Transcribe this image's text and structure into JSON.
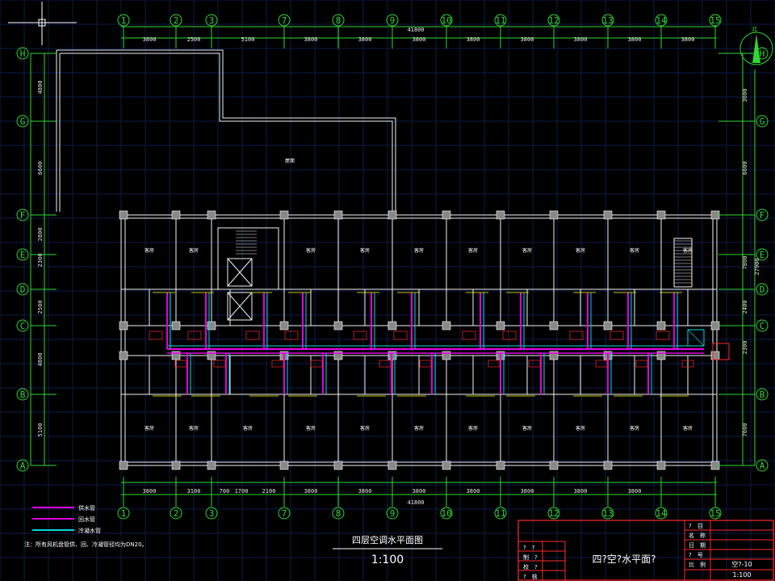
{
  "drawing": {
    "title": "四层空调水平面图",
    "scale": "1:100",
    "overall_dim_top": "41800",
    "overall_dim_bottom": "41800",
    "roof_label": "屋面",
    "room_label": "客房",
    "north_label": "北",
    "note": "注：所有风机盘管供、回、冷凝管径均为DN20。"
  },
  "axes": {
    "top": [
      "1",
      "2",
      "3",
      "7",
      "8",
      "9",
      "10",
      "11",
      "12",
      "13",
      "14",
      "15"
    ],
    "bottom": [
      "1",
      "2",
      "3",
      "7",
      "8",
      "9",
      "10",
      "11",
      "12",
      "13",
      "14",
      "15"
    ],
    "left": [
      "H",
      "G",
      "F",
      "E",
      "D",
      "C",
      "B",
      "A"
    ],
    "right": [
      "H",
      "G",
      "F",
      "E",
      "D",
      "C",
      "B",
      "A"
    ]
  },
  "dims": {
    "top": [
      "3800",
      "2500",
      "5100",
      "3800",
      "3800",
      "3800",
      "3800",
      "3800",
      "3800",
      "3800",
      "3800"
    ],
    "bottom": [
      "3800",
      "3100",
      "700",
      "1700",
      "2100",
      "3800",
      "3800",
      "3800",
      "3800",
      "3800",
      "3800",
      "3800"
    ],
    "left": [
      "4800",
      "6600",
      "2800",
      "2300",
      "2500",
      "4800",
      "5100"
    ],
    "right": [
      "3600",
      "6600",
      "7800",
      "2400",
      "2300",
      "7600"
    ],
    "right_total": "27900"
  },
  "legend": [
    {
      "label": "供水管",
      "color": "#e000e0"
    },
    {
      "label": "回水管",
      "color": "#e000e0"
    },
    {
      "label": "冷凝水管",
      "color": "#00d8d8"
    }
  ],
  "title_block": {
    "main_title": "四?空?水平面?",
    "left_labels": [
      "?　?",
      "制　?",
      "校　?",
      "?　核"
    ],
    "right_labels": [
      "?　目",
      "名　称",
      "日　期",
      "?　号",
      "比　例"
    ],
    "drawing_no": "空?-10",
    "scale": "1:100"
  },
  "colors": {
    "grid": "#0c1d4a",
    "axis": "#2fd82f",
    "dim": "#2fd82f",
    "wall": "#f2f2f2",
    "pipe": "#e000e0",
    "cond": "#00d8d8",
    "tag": "#ffff00",
    "red": "#ff2a2a"
  }
}
